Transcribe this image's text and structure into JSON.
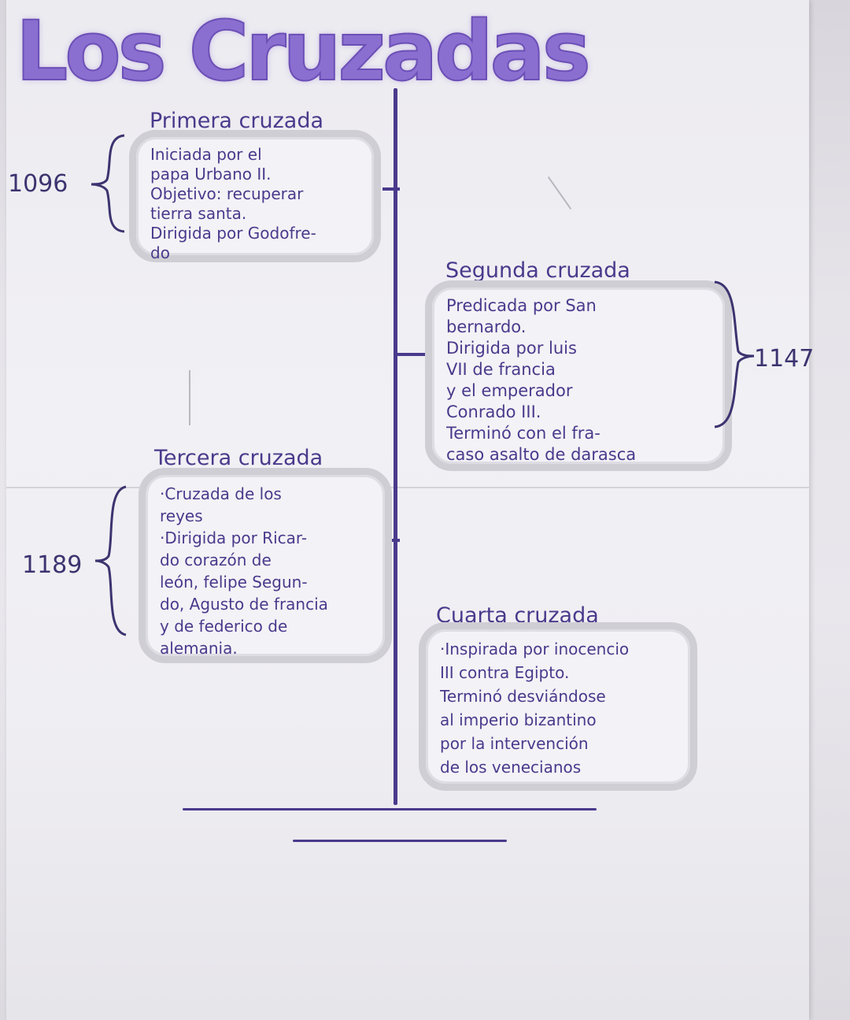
{
  "title": "Los Cruzadas",
  "crusades": [
    {
      "heading": "Primera cruzada",
      "year": "1096",
      "lines": [
        "Iniciada por el",
        "papa Urbano II.",
        "Objetivo: recuperar",
        "tierra santa.",
        "Dirigida por Godofre-",
        "do"
      ]
    },
    {
      "heading": "Segunda cruzada",
      "year": "1147",
      "lines": [
        "Predicada por San",
        "bernardo.",
        "Dirigida por luis",
        "VII de francia",
        "y el emperador",
        "Conrado III.",
        "Terminó con el fra-",
        "caso asalto de darasca"
      ]
    },
    {
      "heading": "Tercera cruzada",
      "year": "1189",
      "lines": [
        "·Cruzada de los",
        "reyes",
        "·Dirigida por Ricar-",
        "do corazón de",
        "león, felipe Segun-",
        "do, Agusto de francia",
        "y de federico de",
        "alemania."
      ]
    },
    {
      "heading": "Cuarta cruzada",
      "year": "",
      "lines": [
        "·Inspirada por inocencio",
        "III contra Egipto.",
        "Terminó desviándose",
        "al imperio bizantino",
        "por la intervención",
        "de los venecianos"
      ]
    }
  ],
  "colors": {
    "ink": "#4a3a8c",
    "title": "#8a6fd0",
    "cloud_border": "#cfced4"
  }
}
